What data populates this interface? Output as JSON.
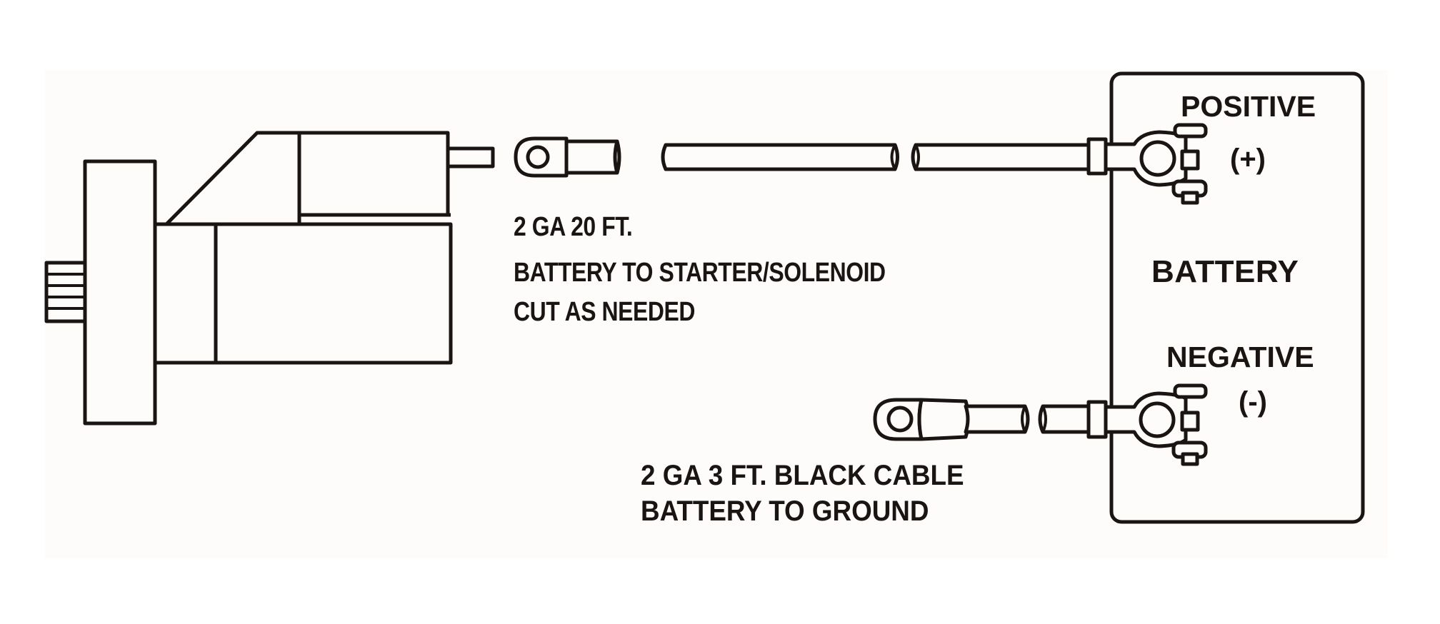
{
  "diagram": {
    "title": "Battery cable wiring diagram",
    "colors": {
      "stroke": "#1a1412",
      "fill": "#fefcfb",
      "panel": "#fdfcfb"
    },
    "components": {
      "starter": "starter motor with solenoid",
      "positive_cable": "positive cable with ring lug",
      "negative_cable": "ground cable with ring lug",
      "battery": "battery"
    },
    "positive_cable_label": {
      "line1": "2 GA 20 FT.",
      "line2": "BATTERY TO STARTER/SOLENOID",
      "line3": "CUT AS NEEDED"
    },
    "negative_cable_label": {
      "line1": "2 GA 3 FT. BLACK CABLE",
      "line2": "BATTERY TO GROUND"
    },
    "battery": {
      "label": "BATTERY",
      "positive_label": "POSITIVE",
      "positive_symbol": "(+)",
      "negative_label": "NEGATIVE",
      "negative_symbol": "(-)"
    }
  }
}
